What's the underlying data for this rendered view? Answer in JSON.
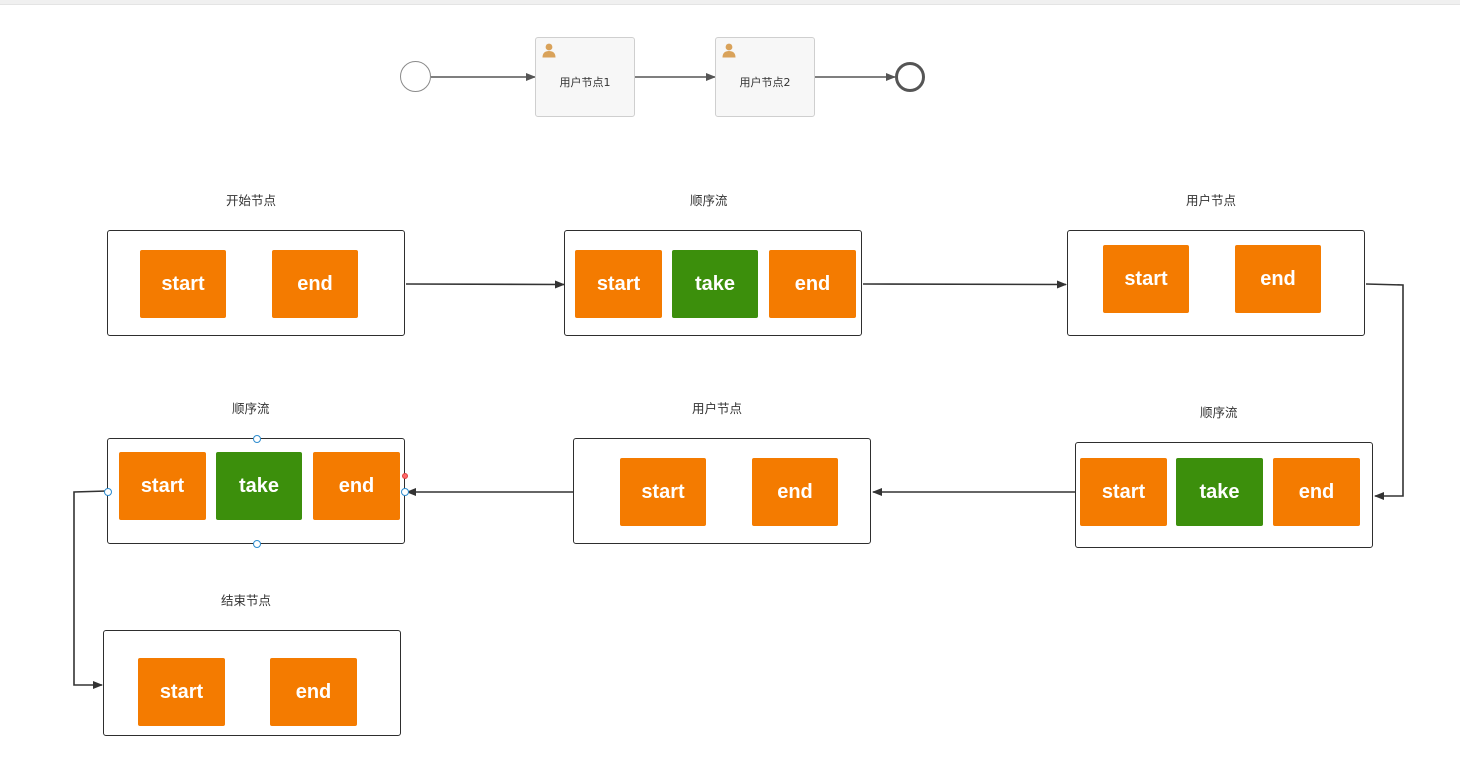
{
  "bpmn": {
    "task1": "用户节点1",
    "task2": "用户节点2"
  },
  "groups": {
    "g1": {
      "title": "开始节点",
      "blocks": [
        "start",
        "end"
      ]
    },
    "g2": {
      "title": "顺序流",
      "blocks": [
        "start",
        "take",
        "end"
      ]
    },
    "g3": {
      "title": "用户节点",
      "blocks": [
        "start",
        "end"
      ]
    },
    "g4": {
      "title": "顺序流",
      "blocks": [
        "start",
        "take",
        "end"
      ]
    },
    "g5": {
      "title": "用户节点",
      "blocks": [
        "start",
        "end"
      ]
    },
    "g6": {
      "title": "顺序流",
      "blocks": [
        "start",
        "take",
        "end"
      ]
    },
    "g7": {
      "title": "结束节点",
      "blocks": [
        "start",
        "end"
      ]
    }
  },
  "colors": {
    "start_end": "#f47b00",
    "take": "#3c8f0c",
    "border": "#2e2e2e",
    "selection_handle": "#2d8ccf"
  }
}
